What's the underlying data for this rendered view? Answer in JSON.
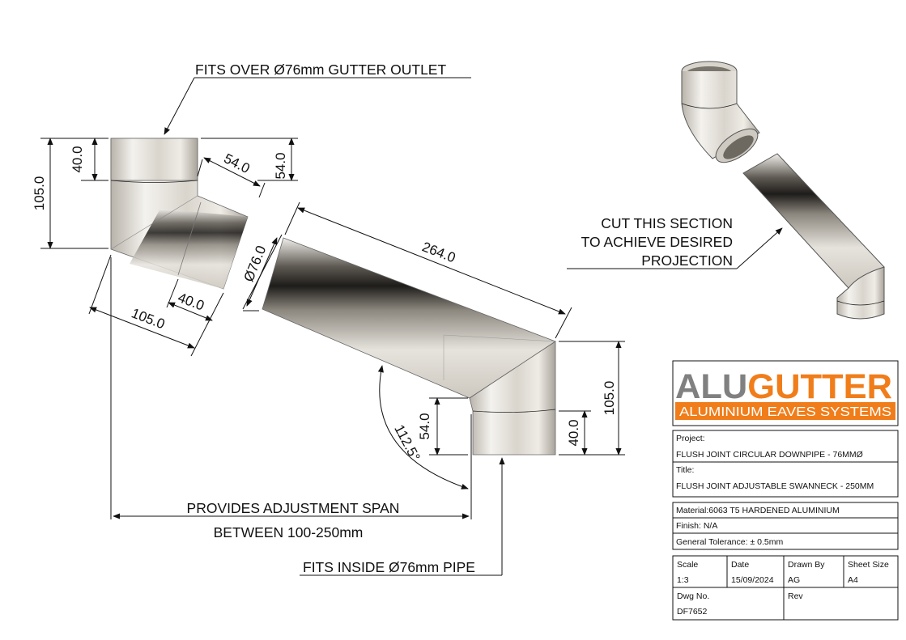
{
  "notes": {
    "top_outlet": "FITS OVER Ø76mm GUTTER OUTLET",
    "cut_section": [
      "CUT THIS SECTION",
      "TO ACHIEVE DESIRED",
      "PROJECTION"
    ],
    "adjust_span_1": "PROVIDES ADJUSTMENT SPAN",
    "adjust_span_2": "BETWEEN 100-250mm",
    "bottom_fit": "FITS INSIDE Ø76mm PIPE"
  },
  "dimensions": {
    "top_total_height": "105.0",
    "top_collar_height": "40.0",
    "top_spigot_len": "54.0",
    "top_spigot_vert": "54.0",
    "top_spigot_collar": "40.0",
    "top_base_width": "105.0",
    "pipe_diameter": "Ø76.0",
    "pipe_length": "264.0",
    "angle": "112.5°",
    "bottom_spigot": "54.0",
    "bottom_collar": "40.0",
    "bottom_total_height": "105.0"
  },
  "logo": {
    "text_gray": "ALU",
    "text_orange": "GUTTER",
    "tagline": "ALUMINIUM EAVES SYSTEMS",
    "orange": "#f07d1a",
    "gray": "#808080"
  },
  "title_block": {
    "project_label": "Project:",
    "project_value": "FLUSH JOINT CIRCULAR DOWNPIPE - 76MMØ",
    "title_label": "Title:",
    "title_value": "FLUSH JOINT ADJUSTABLE SWANNECK - 250MM",
    "material": "Material:6063 T5 HARDENED ALUMINIUM",
    "finish": "Finish: N/A",
    "tolerance": "General Tolerance: ± 0.5mm",
    "scale_label": "Scale",
    "scale_value": "1:3",
    "date_label": "Date",
    "date_value": "15/09/2024",
    "drawn_label": "Drawn By",
    "drawn_value": "AG",
    "sheet_label": "Sheet Size",
    "sheet_value": "A4",
    "dwg_label": "Dwg No.",
    "dwg_value": "DF7652",
    "rev_label": "Rev"
  }
}
